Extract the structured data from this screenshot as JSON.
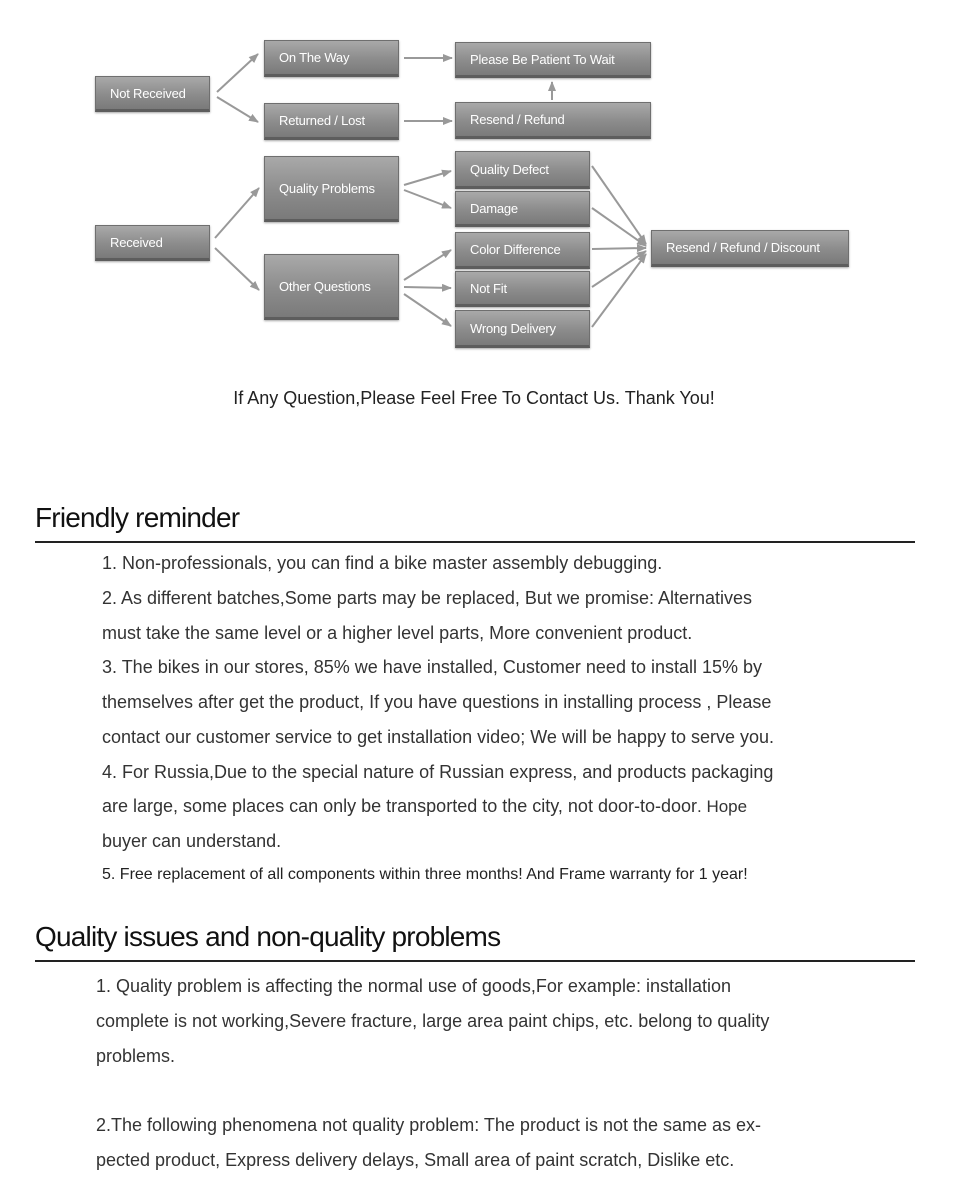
{
  "flowchart": {
    "not_received": "Not Received",
    "on_the_way": "On The Way",
    "returned_lost": "Returned / Lost",
    "please_wait": "Please Be Patient To Wait",
    "resend_refund": "Resend / Refund",
    "received": "Received",
    "quality_problems": "Quality Problems",
    "other_questions": "Other Questions",
    "quality_defect": "Quality Defect",
    "damage": "Damage",
    "color_difference": "Color Difference",
    "not_fit": "Not Fit",
    "wrong_delivery": "Wrong Delivery",
    "resend_refund_discount": "Resend / Refund / Discount",
    "box_color": "#8c8c8c",
    "arrow_color": "#999999"
  },
  "contact_text": "If Any Question,Please Feel Free To Contact Us. Thank You!",
  "reminder": {
    "title": "Friendly reminder",
    "item1": "1. Non-professionals, you can find a bike master assembly debugging.",
    "item2_l1": "2.  As different batches,Some parts may be replaced, But we promise: Alternatives",
    "item2_l2": "must take the same level or a higher level parts, More convenient product.",
    "item3_l1": "3. The bikes in our stores, 85% we have installed, Customer need to install 15% by",
    "item3_l2": "themselves after get the product, If you have questions in installing process , Please",
    "item3_l3": "contact our customer service to get installation video; We will be happy to serve you.",
    "item4_l1": "4. For Russia,Due to the special nature of Russian express, and products packaging",
    "item4_l2a": "are large, some places can only be transported to the city, not door-to-door",
    "item4_l2b": ". Hope",
    "item4_l3": "buyer can understand.",
    "item5": "5. Free replacement of all components within three months! And Frame warranty for 1 year!"
  },
  "quality": {
    "title": "Quality issues and non-quality problems",
    "p1_l1": "1. Quality problem is affecting the normal use of goods,For example: installation",
    "p1_l2": "complete is not working,Severe fracture, large area paint chips, etc. belong to quality",
    "p1_l3": "problems.",
    "p2_l1": "2.The following phenomena not quality problem: The product is not the same as ex-",
    "p2_l2": "pected product, Express delivery delays, Small area of paint scratch, Dislike etc."
  }
}
